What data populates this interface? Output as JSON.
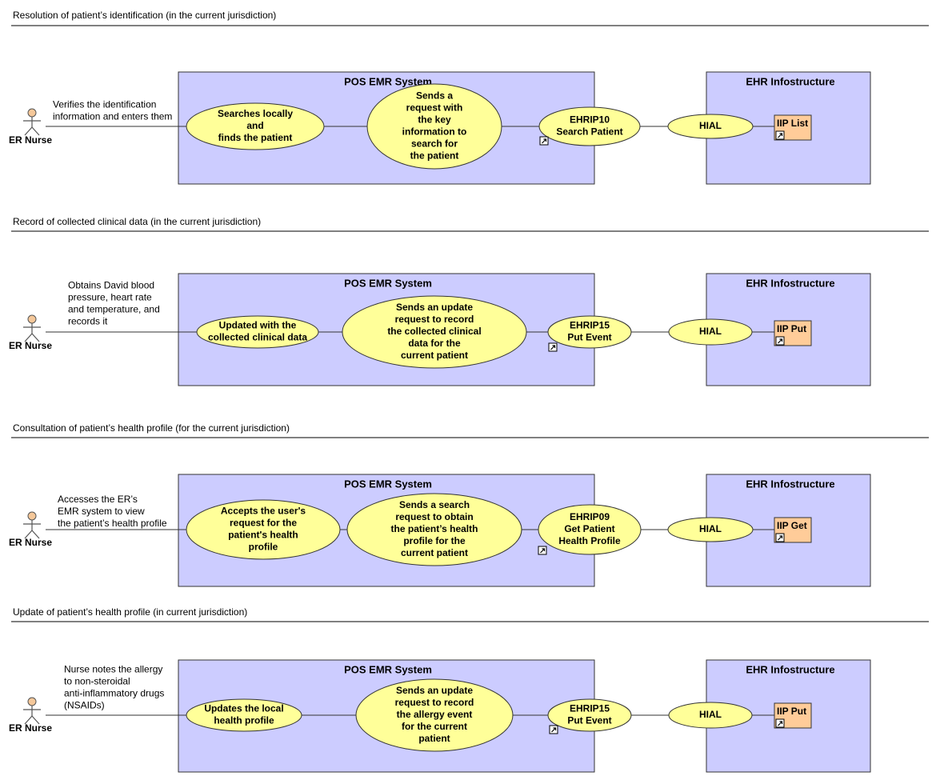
{
  "sections": [
    {
      "title": "Resolution of patient’s identification (in the current jurisdiction)",
      "actor": "ER Nurse",
      "note": [
        "Verifies the identification",
        "information and enters them"
      ],
      "pos_system": "POS EMR System",
      "step1": [
        "Searches locally",
        "and",
        "finds the patient"
      ],
      "step2": [
        "Sends a",
        "request with",
        "the key",
        "information to",
        "search for",
        "the patient"
      ],
      "ehrip": [
        "EHRIP10",
        "Search Patient"
      ],
      "ehr_system": "EHR Infostructure",
      "hial": "HIAL",
      "iip": "IIP List"
    },
    {
      "title": "Record of collected clinical data (in the current jurisdiction)",
      "actor": "ER Nurse",
      "note": [
        "Obtains David blood",
        "pressure, heart rate",
        "and temperature, and",
        "records it"
      ],
      "pos_system": "POS EMR System",
      "step1": [
        "Updated with the",
        "collected clinical data"
      ],
      "step2": [
        "Sends an update",
        "request to record",
        "the collected clinical",
        "data for the",
        "current patient"
      ],
      "ehrip": [
        "EHRIP15",
        "Put Event"
      ],
      "ehr_system": "EHR Infostructure",
      "hial": "HIAL",
      "iip": "IIP Put"
    },
    {
      "title": "Consultation of patient’s health profile (for the current jurisdiction)",
      "actor": "ER Nurse",
      "note": [
        "Accesses the ER’s",
        "EMR system to view",
        "the patient’s health profile"
      ],
      "pos_system": "POS EMR System",
      "step1": [
        "Accepts the user's",
        "request for the",
        "patient's health",
        "profile"
      ],
      "step2": [
        "Sends a search",
        "request to obtain",
        "the patient’s health",
        "profile for the",
        "current patient"
      ],
      "ehrip": [
        "EHRIP09",
        "Get Patient",
        "Health Profile"
      ],
      "ehr_system": "EHR Infostructure",
      "hial": "HIAL",
      "iip": "IIP Get"
    },
    {
      "title": "Update of patient’s health profile (in current jurisdiction)",
      "actor": "ER Nurse",
      "note": [
        "Nurse notes the allergy",
        "to non-steroidal",
        "anti-inflammatory drugs",
        "(NSAIDs)"
      ],
      "pos_system": "POS EMR System",
      "step1": [
        "Updates the local",
        "health profile"
      ],
      "step2": [
        "Sends an update",
        "request to record",
        "the allergy event",
        "for the current",
        "patient"
      ],
      "ehrip": [
        "EHRIP15",
        "Put Event"
      ],
      "ehr_system": "EHR Infostructure",
      "hial": "HIAL",
      "iip": "IIP Put"
    }
  ]
}
